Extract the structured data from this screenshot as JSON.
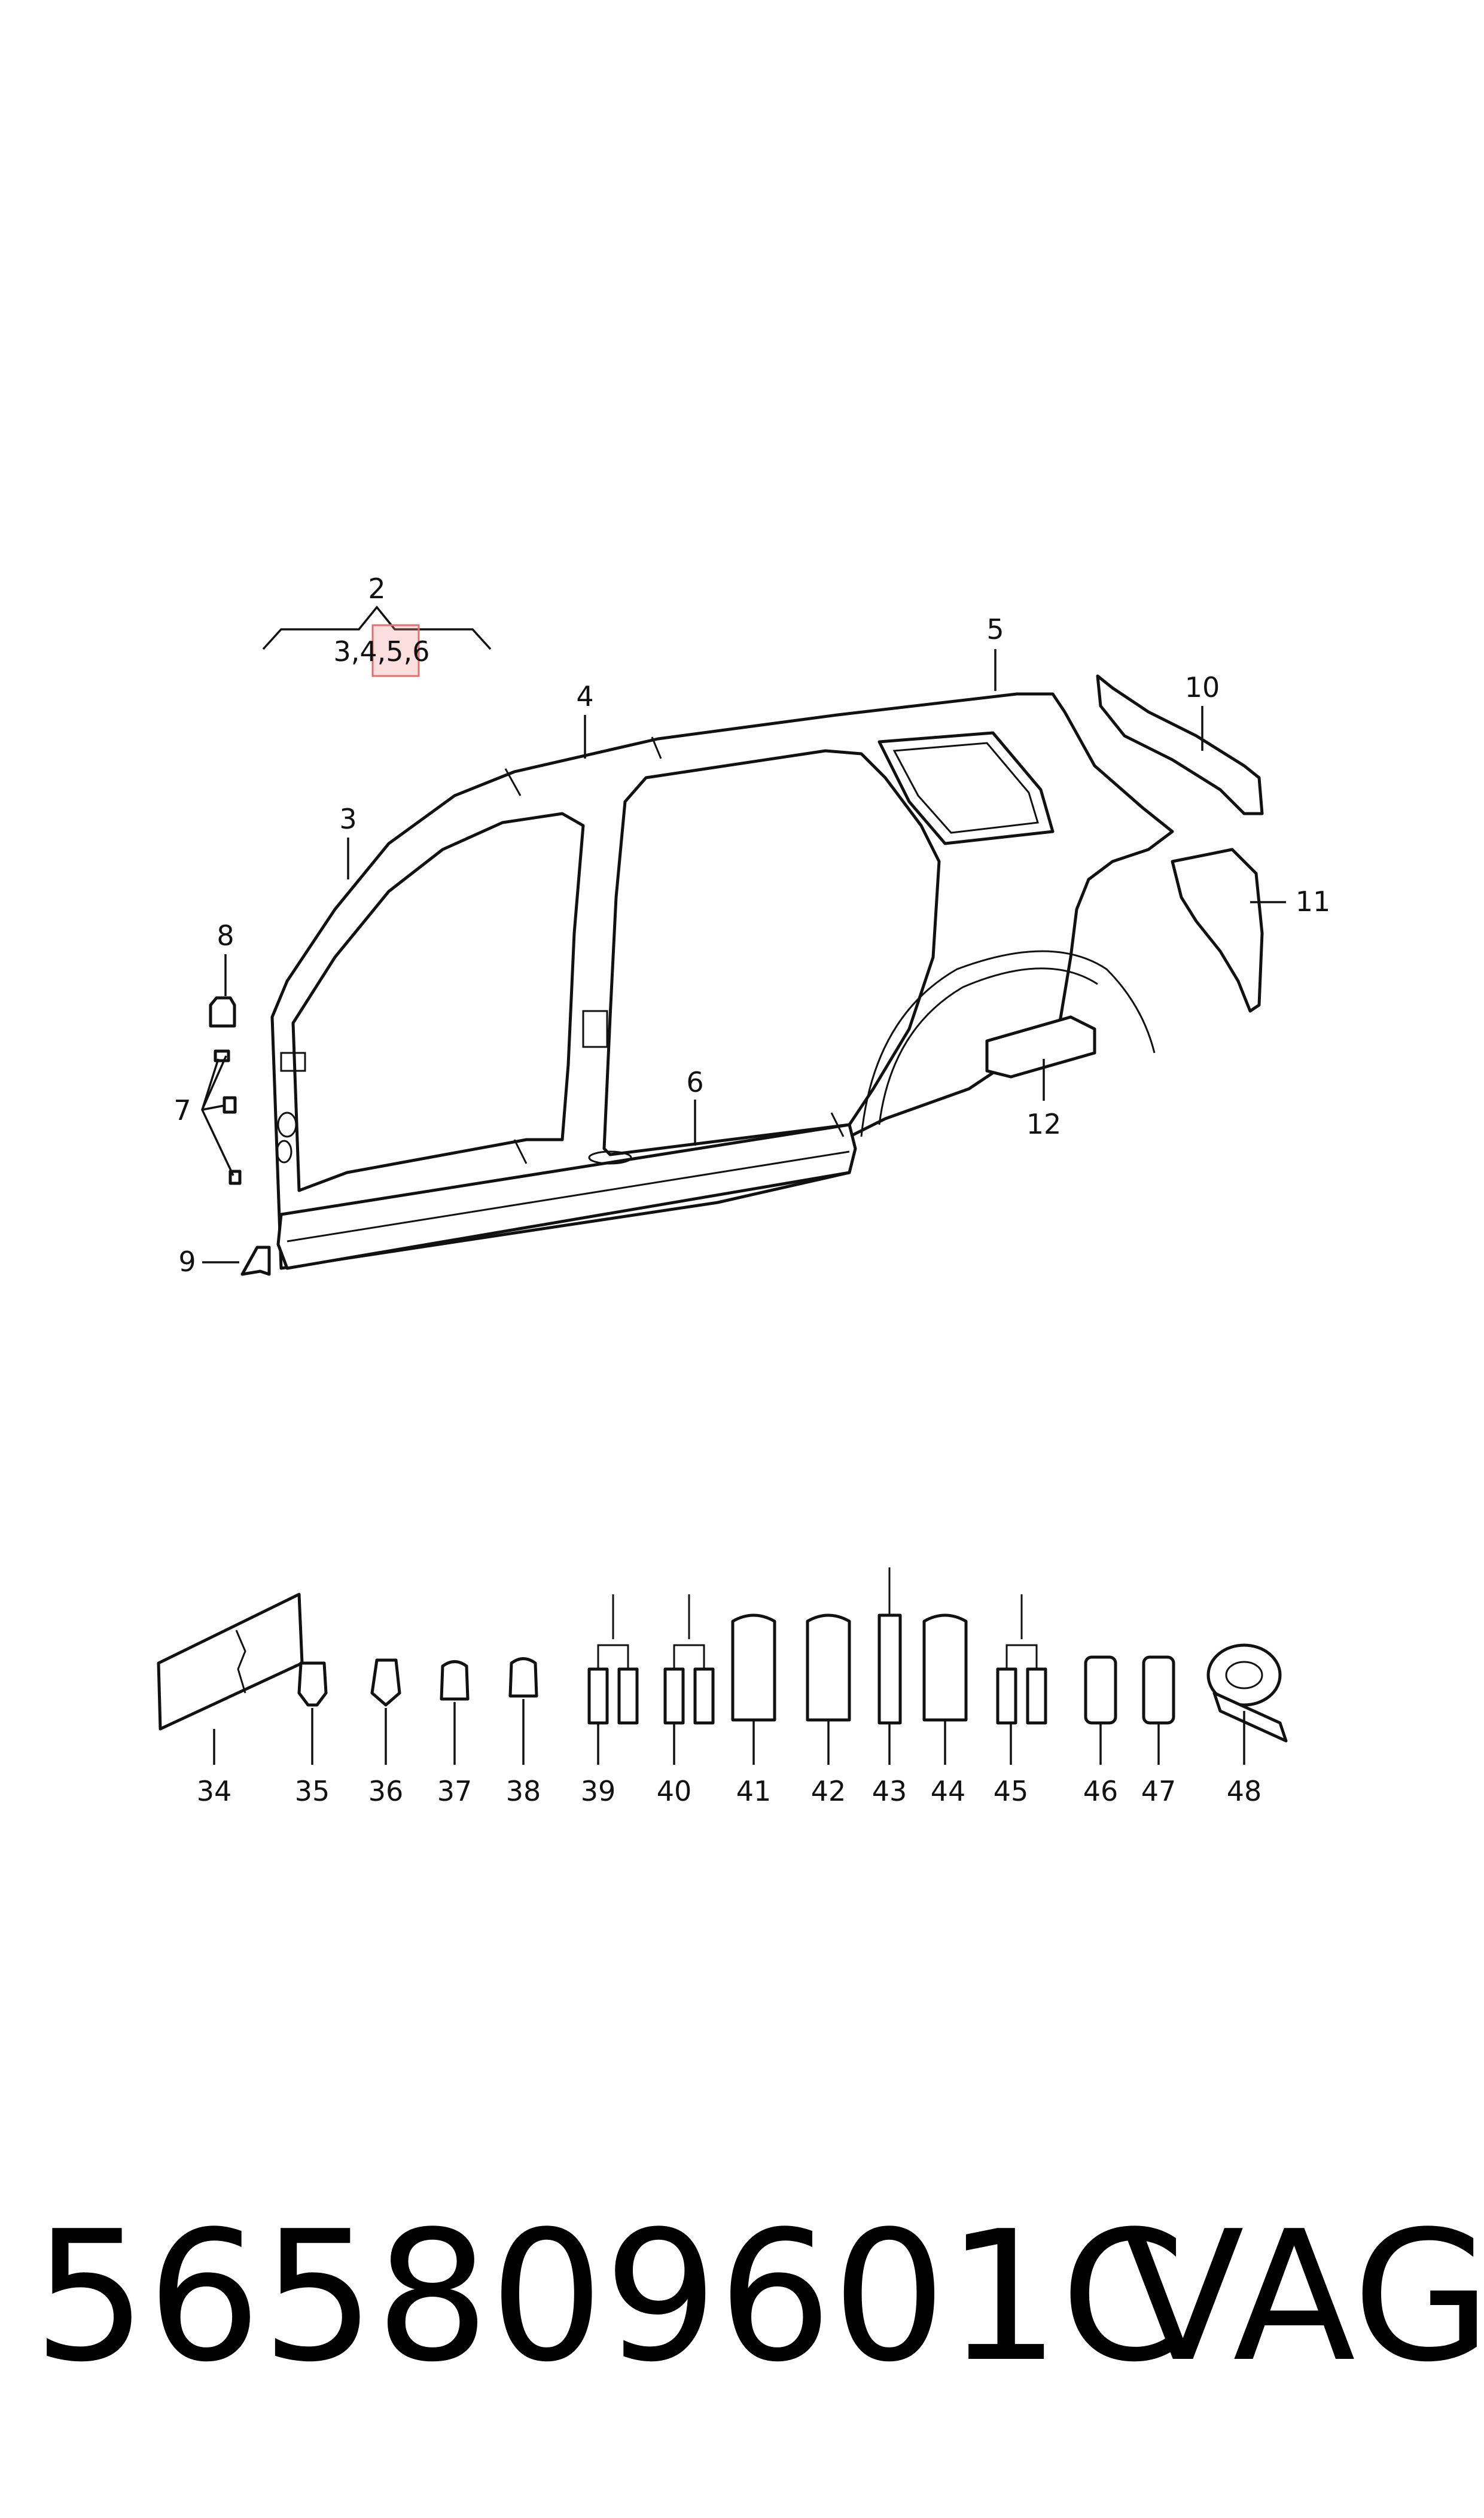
{
  "diagram": {
    "callouts": {
      "c2": "2",
      "c3456": "3,4,5,6",
      "c3": "3",
      "c4": "4",
      "c5": "5",
      "c6": "6",
      "c7": "7",
      "c8": "8",
      "c9": "9",
      "c10": "10",
      "c11": "11",
      "c12": "12"
    },
    "highlighted_callout": "5",
    "parts_row": [
      "34",
      "35",
      "36",
      "37",
      "38",
      "39",
      "40",
      "41",
      "42",
      "43",
      "44",
      "45",
      "46",
      "47",
      "48"
    ]
  },
  "footer": {
    "part_number": "565809601C",
    "brand": "VAG"
  }
}
